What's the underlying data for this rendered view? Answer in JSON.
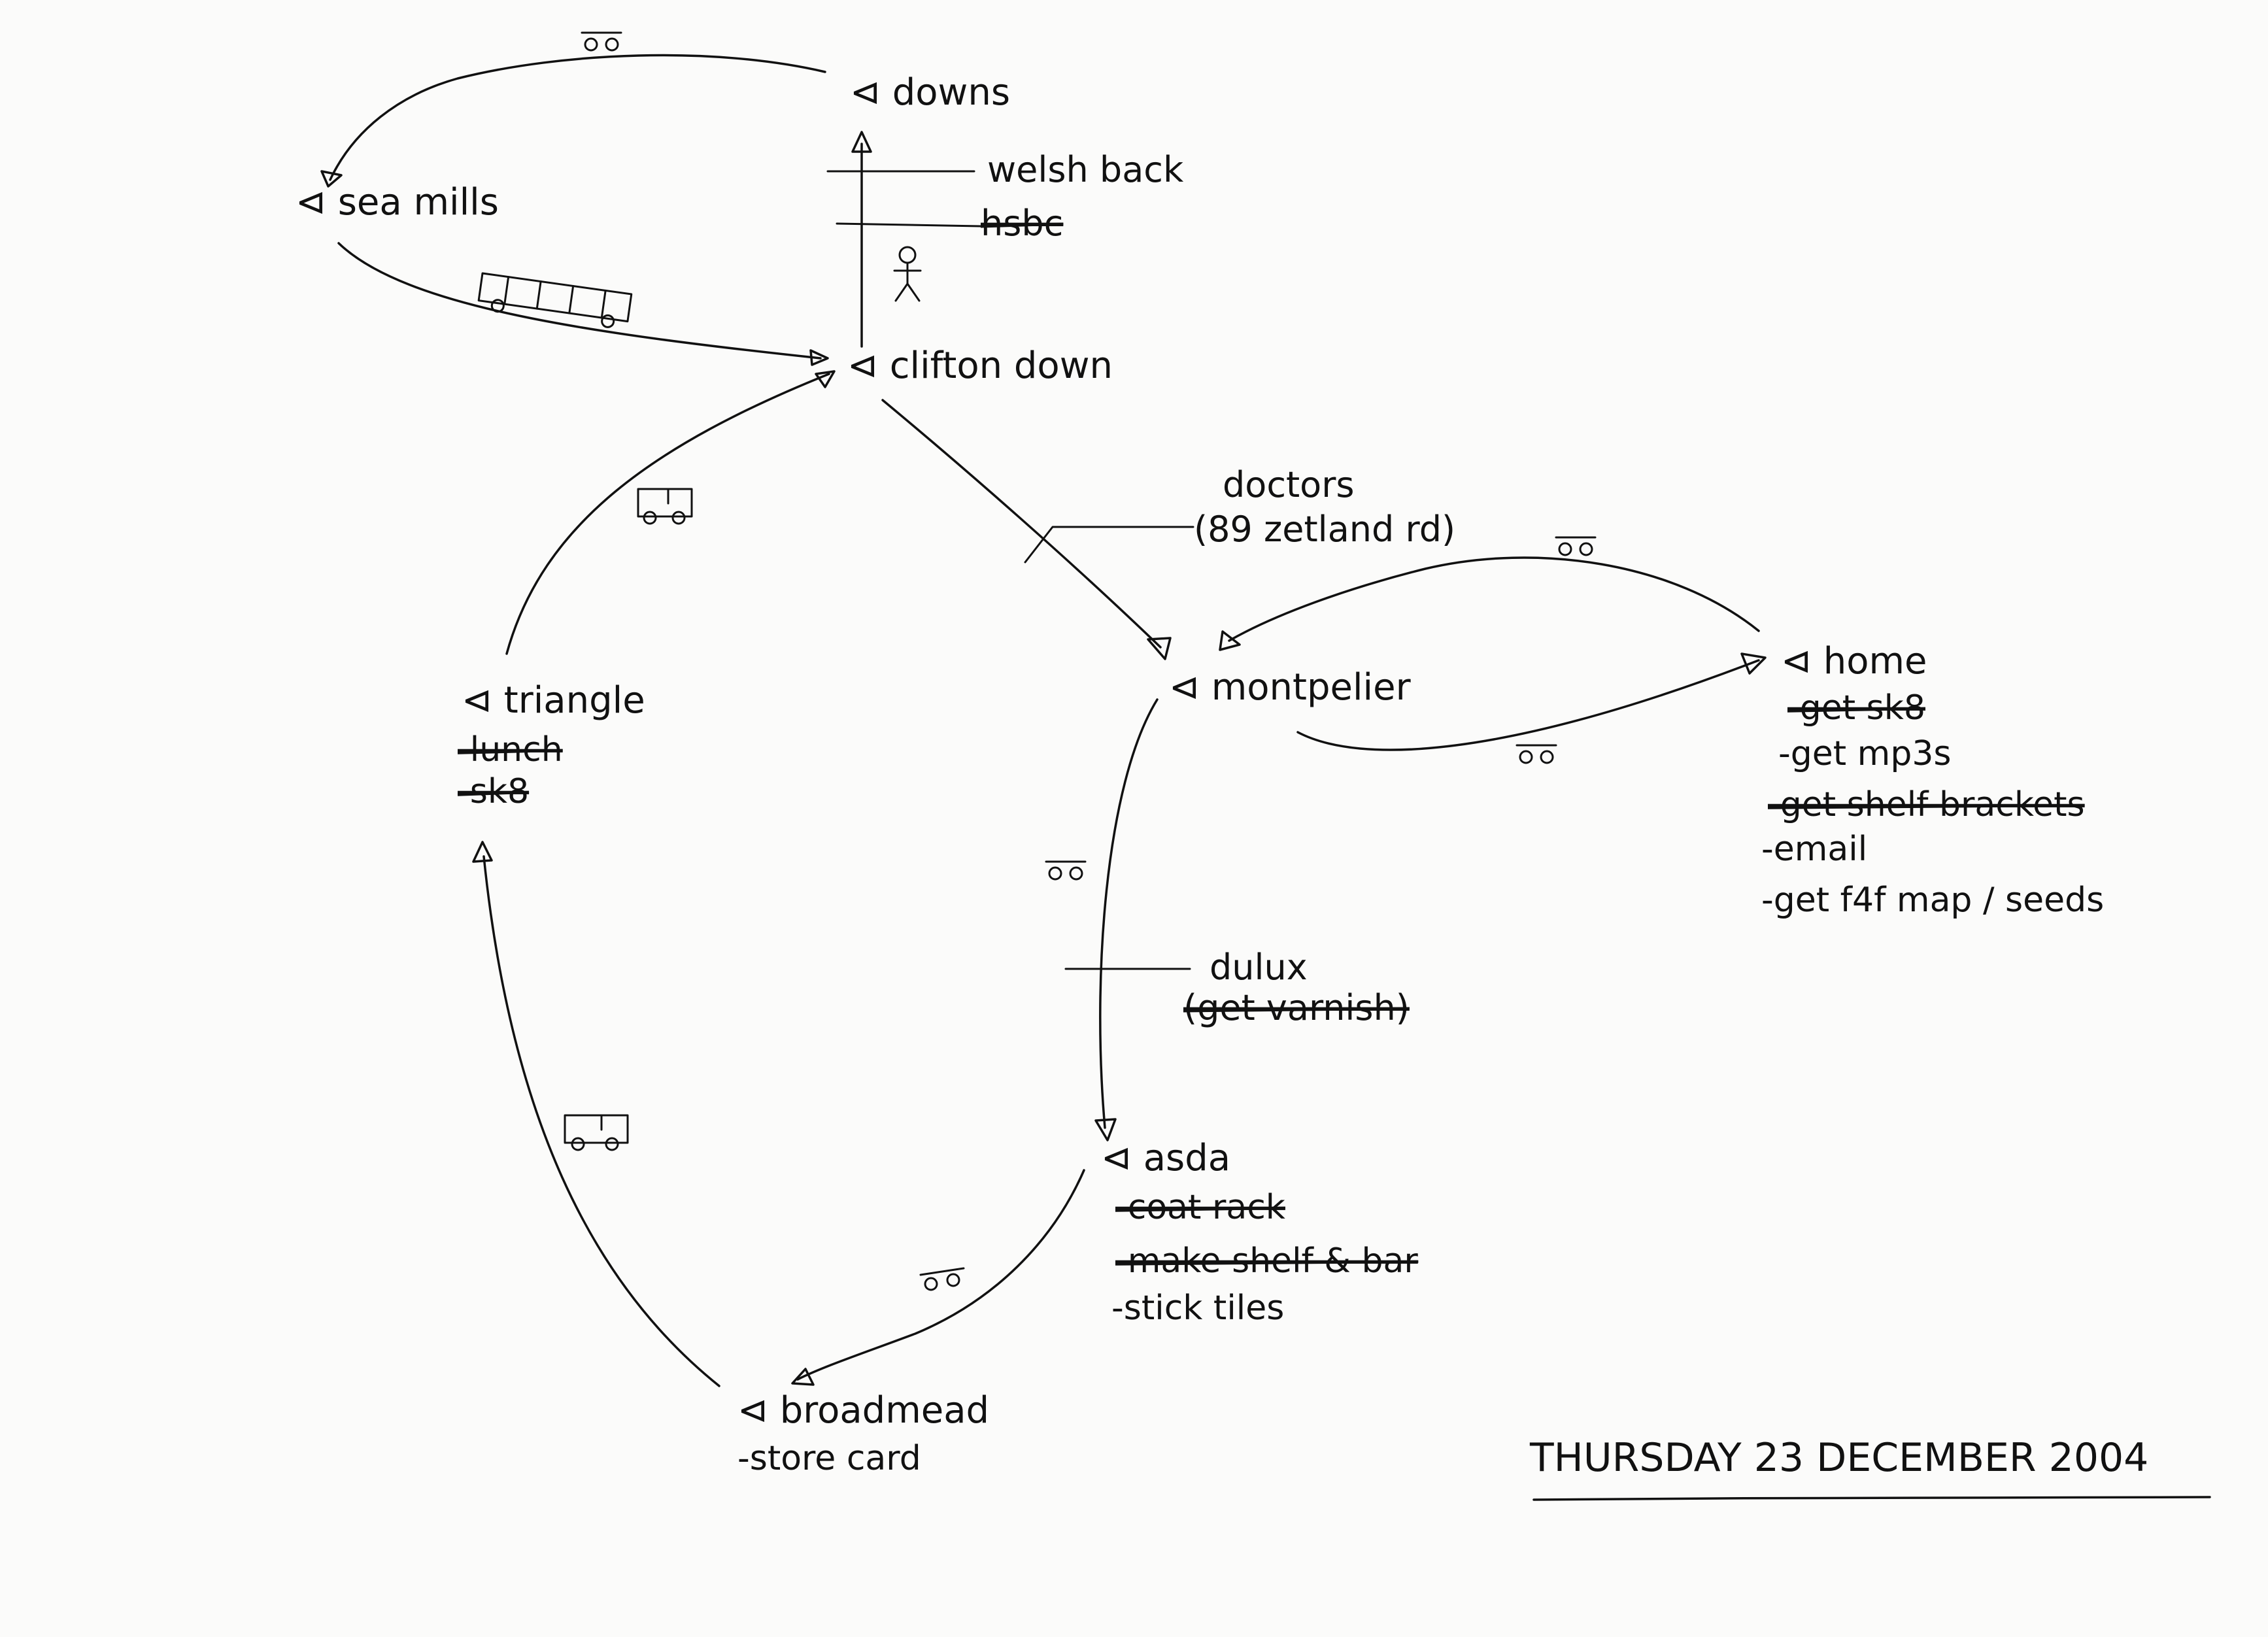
{
  "nodes": {
    "downs": {
      "label": "downs",
      "items": []
    },
    "sea_mills": {
      "label": "sea mills",
      "items": []
    },
    "clifton_down": {
      "label": "clifton down",
      "items": []
    },
    "montpelier": {
      "label": "montpelier",
      "items": []
    },
    "home": {
      "label": "home",
      "items": [
        {
          "text": "-get sk8",
          "done": true
        },
        {
          "text": "-get mp3s",
          "done": false
        },
        {
          "text": "-get shelf brackets",
          "done": true
        },
        {
          "text": "-email",
          "done": false
        },
        {
          "text": "-get f4f map / seeds",
          "done": false
        }
      ]
    },
    "triangle": {
      "label": "triangle",
      "items": [
        {
          "text": "-lunch",
          "done": true
        },
        {
          "text": "-sk8",
          "done": true
        }
      ]
    },
    "asda": {
      "label": "asda",
      "items": [
        {
          "text": "-coat rack",
          "done": true
        },
        {
          "text": "-make shelf & bar",
          "done": true
        },
        {
          "text": "-stick tiles",
          "done": false
        }
      ]
    },
    "broadmead": {
      "label": "broadmead",
      "items": [
        {
          "text": "-store card",
          "done": false
        }
      ]
    }
  },
  "side_notes": {
    "welsh_back": "welsh back",
    "hsbc": "hsbc",
    "doctors": "doctors",
    "doctors_address": "(89 zetland rd)",
    "dulux": "dulux",
    "dulux_item": "(get varnish)"
  },
  "date": "THURSDAY 23 DECEMBER 2004",
  "transport_icons": [
    "walk-icon",
    "bus-icon",
    "car-icon",
    "person-icon"
  ],
  "colors": {
    "ink": "#111111",
    "paper": "#fbfbfa"
  }
}
